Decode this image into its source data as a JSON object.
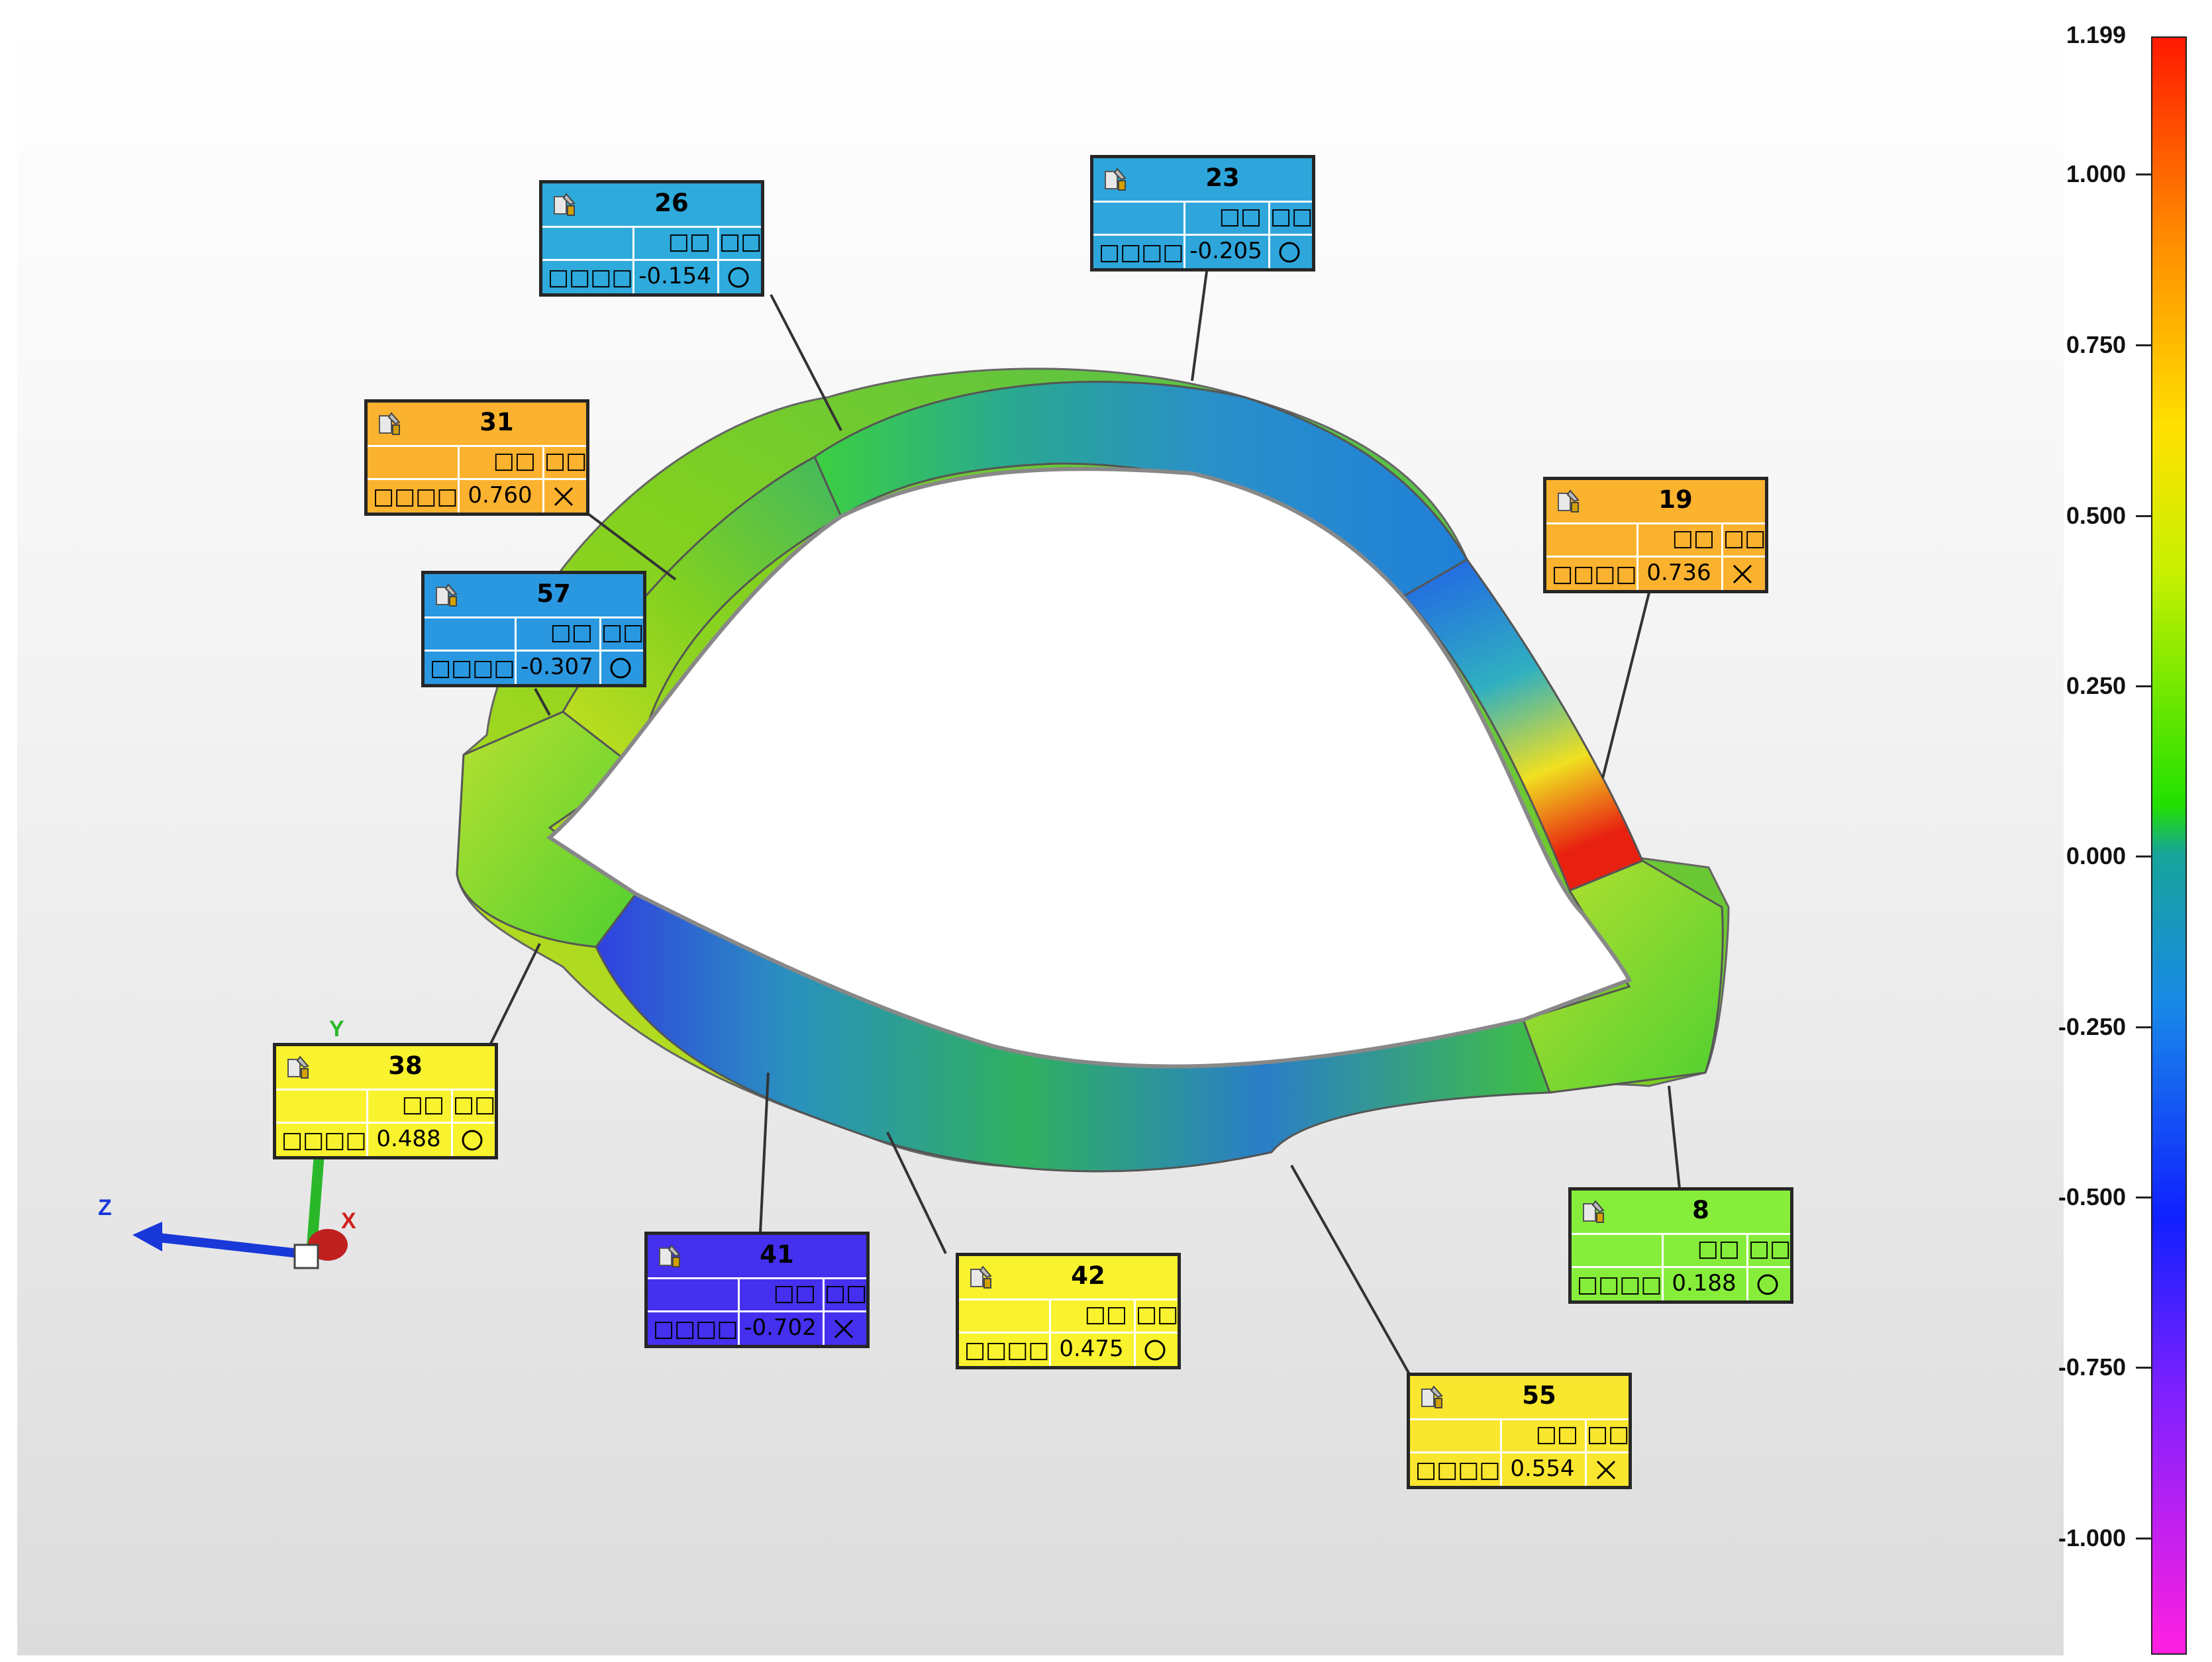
{
  "scale": {
    "max_label": "1.199",
    "labels": [
      "1.000",
      "0.750",
      "0.500",
      "0.250",
      "0.000",
      "-0.250",
      "-0.500",
      "-0.750",
      "-1.000"
    ]
  },
  "axes": {
    "x": "X",
    "y": "Y",
    "z": "Z"
  },
  "callouts": [
    {
      "id": "26",
      "row2": [
        "□□",
        "□□"
      ],
      "label": "□□□□",
      "value": "-0.154",
      "status": "circle",
      "color": "#2eaadc"
    },
    {
      "id": "23",
      "row2": [
        "□□",
        "□□"
      ],
      "label": "□□□□",
      "value": "-0.205",
      "status": "circle",
      "color": "#2ea6dc"
    },
    {
      "id": "31",
      "row2": [
        "□□",
        "□□"
      ],
      "label": "□□□□",
      "value": "0.760",
      "status": "cross",
      "color": "#fbb22f"
    },
    {
      "id": "19",
      "row2": [
        "□□",
        "□□"
      ],
      "label": "□□□□",
      "value": "0.736",
      "status": "cross",
      "color": "#fbb22f"
    },
    {
      "id": "57",
      "row2": [
        "□□",
        "□□"
      ],
      "label": "□□□□",
      "value": "-0.307",
      "status": "circle",
      "color": "#2a98e0"
    },
    {
      "id": "38",
      "row2": [
        "□□",
        "□□"
      ],
      "label": "□□□□",
      "value": "0.488",
      "status": "circle",
      "color": "#f9f22e"
    },
    {
      "id": "41",
      "row2": [
        "□□",
        "□□"
      ],
      "label": "□□□□",
      "value": "-0.702",
      "status": "cross",
      "color": "#4430ee"
    },
    {
      "id": "42",
      "row2": [
        "□□",
        "□□"
      ],
      "label": "□□□□",
      "value": "0.475",
      "status": "circle",
      "color": "#f9f22e"
    },
    {
      "id": "55",
      "row2": [
        "□□",
        "□□"
      ],
      "label": "□□□□",
      "value": "0.554",
      "status": "cross",
      "color": "#f9e62e"
    },
    {
      "id": "8",
      "row2": [
        "□□",
        "□□"
      ],
      "label": "□□□□",
      "value": "0.188",
      "status": "circle",
      "color": "#86ee3a"
    }
  ]
}
